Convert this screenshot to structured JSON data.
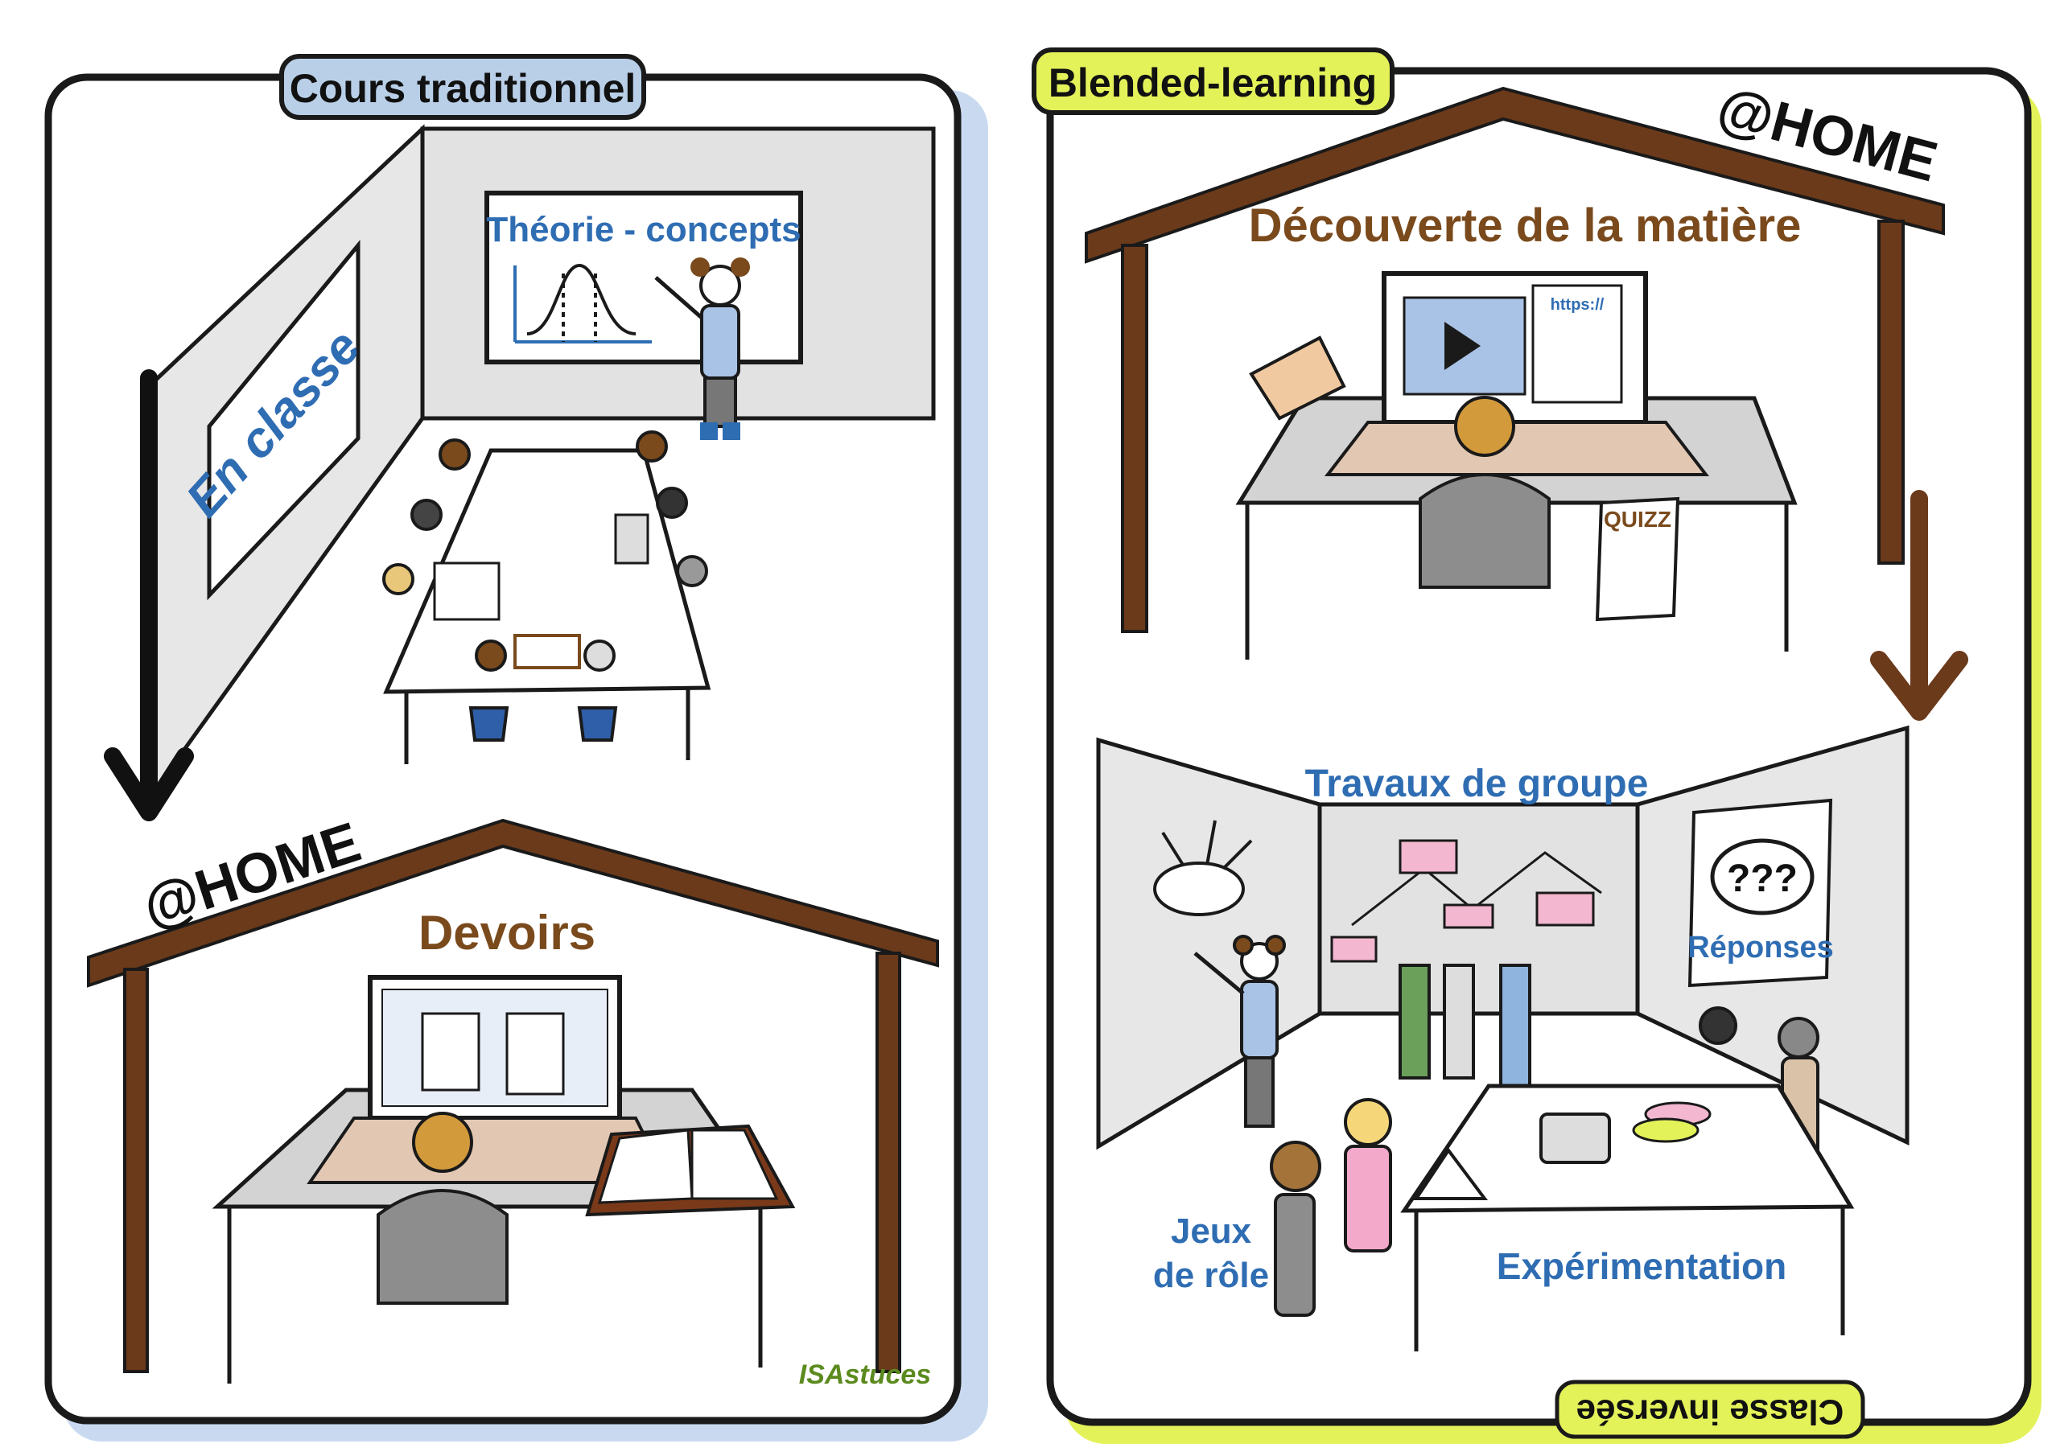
{
  "left_panel": {
    "title": "Cours traditionnel",
    "wall_board_label": "En classe",
    "whiteboard_label": "Théorie - concepts",
    "home_label": "@HOME",
    "home_activity": "Devoirs",
    "signature": "ISAstuces"
  },
  "right_panel": {
    "title": "Blended-learning",
    "home_label": "@HOME",
    "home_activity": "Découverte de la matière",
    "browser_url": "https://",
    "quiz_label": "QUIZZ",
    "classroom_activities": {
      "group_work": "Travaux de groupe",
      "answers": "Réponses",
      "answers_bubble": "???",
      "role_play_line1": "Jeux",
      "role_play_line2": "de rôle",
      "experimentation": "Expérimentation"
    },
    "footer_upside_down": "Classe inversée"
  },
  "colors": {
    "left_accent": "#b9cfe8",
    "right_accent": "#e4f25a",
    "blue_text": "#2f6db3",
    "brown_text": "#7a4a1c",
    "roof_brown": "#6b3a1a",
    "outline": "#1a1a1a"
  }
}
